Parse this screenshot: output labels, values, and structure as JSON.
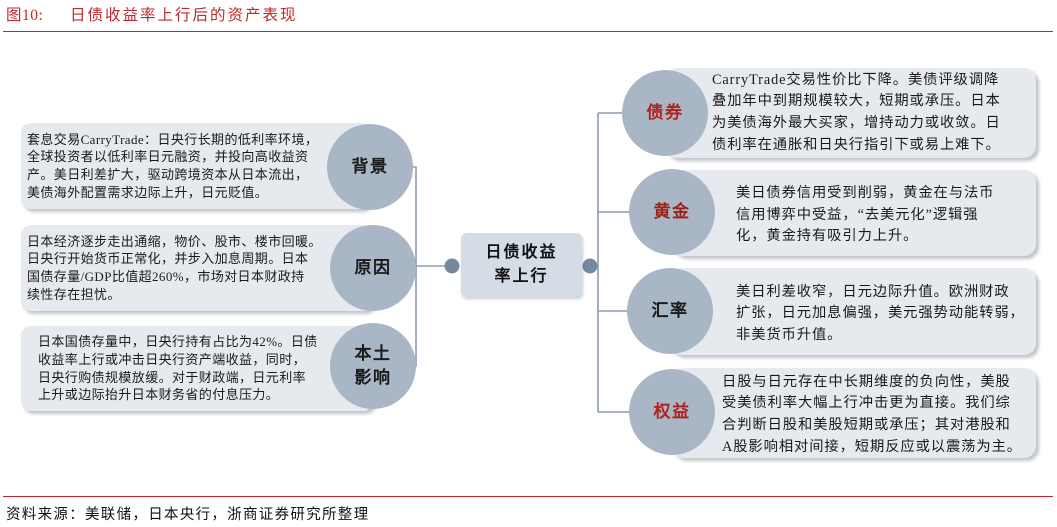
{
  "header": {
    "figure_number": "图10:",
    "title": "日债收益率上行后的资产表现"
  },
  "center_node": {
    "lines": [
      "日债收益",
      "率上行"
    ]
  },
  "left_branches": [
    {
      "label_lines": [
        "背景"
      ],
      "label_color": "#1a1a1a",
      "text_lines": [
        "套息交易CarryTrade：日央行长期的低利率环境，",
        "全球投资者以低利率日元融资，并投向高收益资",
        "产。美日利差扩大，驱动跨境资本从日本流出，",
        "美债海外配置需求边际上升，日元贬值。"
      ]
    },
    {
      "label_lines": [
        "原因"
      ],
      "label_color": "#1a1a1a",
      "text_lines": [
        "日本经济逐步走出通缩，物价、股市、楼市回暖。",
        "日央行开始货币正常化，并步入加息周期。日本",
        "国债存量/GDP比值超260%，市场对日本财政持",
        "续性存在担忧。"
      ]
    },
    {
      "label_lines": [
        "本土",
        "影响"
      ],
      "label_color": "#1a1a1a",
      "text_lines": [
        "日本国债存量中，日央行持有占比为42%。日债",
        "收益率上行或冲击日央行资产端收益，同时，",
        "日央行购债规模放缓。对于财政端，日元利率",
        "上升或边际抬升日本财务省的付息压力。"
      ]
    }
  ],
  "right_branches": [
    {
      "label_lines": [
        "债券"
      ],
      "label_color": "#b0231d",
      "text_lines": [
        "CarryTrade交易性价比下降。美债评级调降",
        "叠加年中到期规模较大，短期或承压。日本",
        "为美债海外最大买家，增持动力或收敛。日",
        "债利率在通胀和日央行指引下或易上难下。"
      ]
    },
    {
      "label_lines": [
        "黄金"
      ],
      "label_color": "#9a2317",
      "text_lines": [
        "美日债券信用受到削弱，黄金在与法币",
        "信用博弈中受益，“去美元化”逻辑强",
        "化，黄金持有吸引力上升。"
      ]
    },
    {
      "label_lines": [
        "汇率"
      ],
      "label_color": "#1a1a1a",
      "text_lines": [
        "美日利差收窄，日元边际升值。欧洲财政",
        "扩张，日元加息偏强，美元强势动能转弱，",
        "非美货币升值。"
      ]
    },
    {
      "label_lines": [
        "权益"
      ],
      "label_color": "#b0231d",
      "text_lines": [
        "日股与日元存在中长期维度的负向性，美股",
        "受美债利率大幅上行冲击更为直接。我们综",
        "合判断日股和美股短期或承压；其对港股和",
        "A股影响相对间接，短期反应或以震荡为主。"
      ]
    }
  ],
  "source": "资料来源：美联储，日本央行，浙商证券研究所整理",
  "colors": {
    "accent_red": "#c0282d",
    "node_circle": "#a9b6c5",
    "text_box": "#e6eaee",
    "center_box": "#d4dce5",
    "connector": "#8d9cb0",
    "junction_dot": "#7489a0",
    "text": "#1a1a1a"
  }
}
